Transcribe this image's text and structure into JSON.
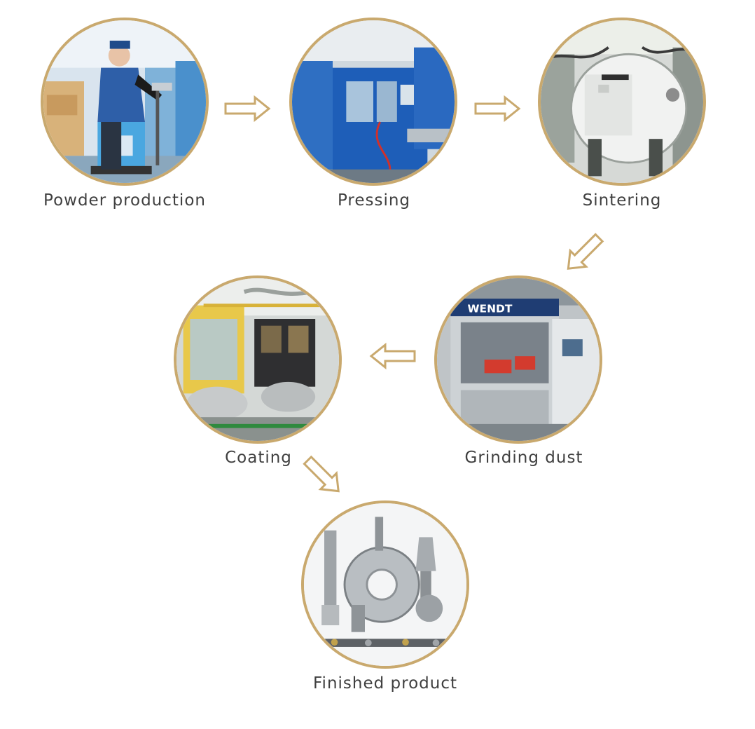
{
  "steps": [
    {
      "label": "Powder production",
      "image": "worker-weighing-powder-photo"
    },
    {
      "label": "Pressing",
      "image": "pressing-machine-photo"
    },
    {
      "label": "Sintering",
      "image": "sintering-furnace-photo"
    },
    {
      "label": "Grinding dust",
      "image": "grinding-machine-photo",
      "brand_text": "WENDT"
    },
    {
      "label": "Coating",
      "image": "coating-equipment-photo"
    },
    {
      "label": "Finished product",
      "image": "cutting-tools-photo"
    }
  ],
  "colors": {
    "ring": "#c9a96e",
    "arrow": "#c9a96e",
    "label": "#3f3f3f"
  }
}
